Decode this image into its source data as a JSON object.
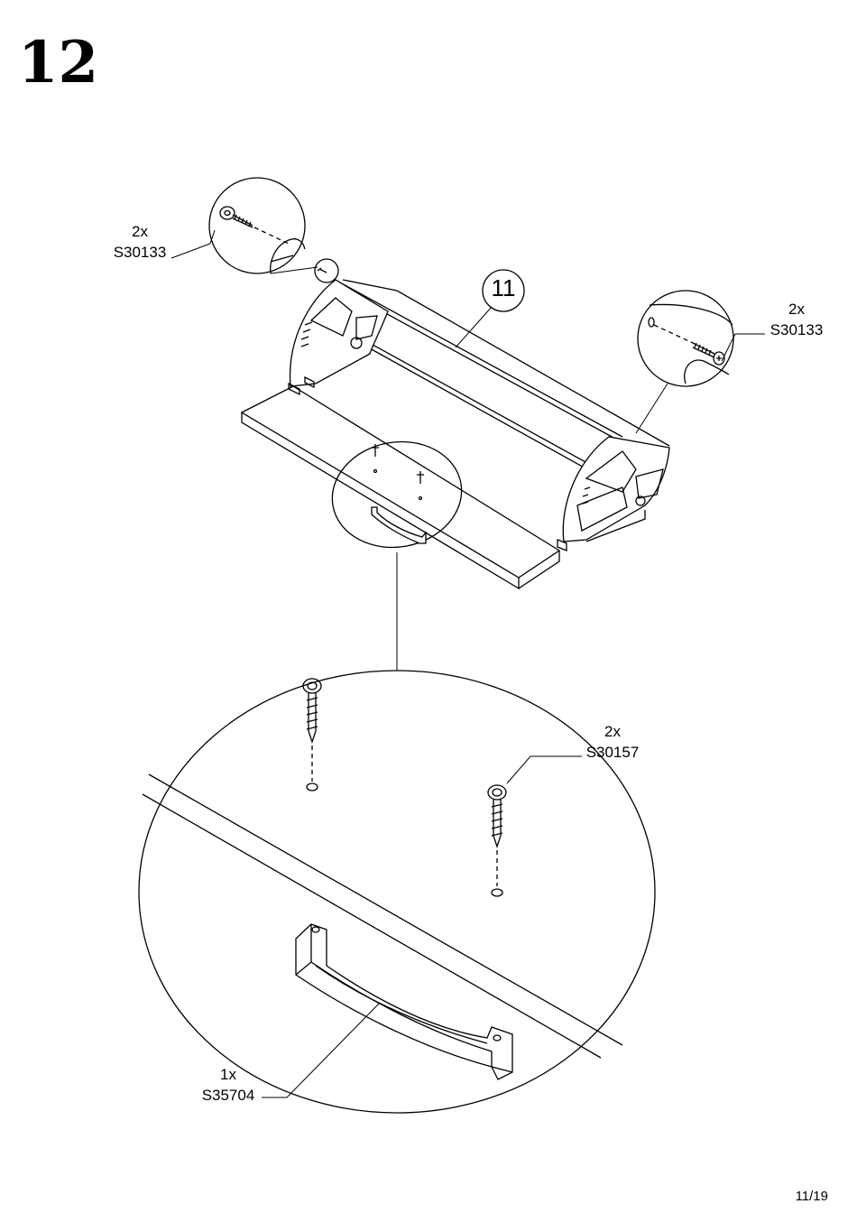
{
  "step": {
    "number": "12"
  },
  "part_ref": "11",
  "callouts": {
    "top_left": {
      "qty": "2x",
      "code": "S30133"
    },
    "top_right": {
      "qty": "2x",
      "code": "S30133"
    },
    "detail_screws": {
      "qty": "2x",
      "code": "S30157"
    },
    "detail_handle": {
      "qty": "1x",
      "code": "S35704"
    }
  },
  "footer": {
    "page": "11/19"
  }
}
